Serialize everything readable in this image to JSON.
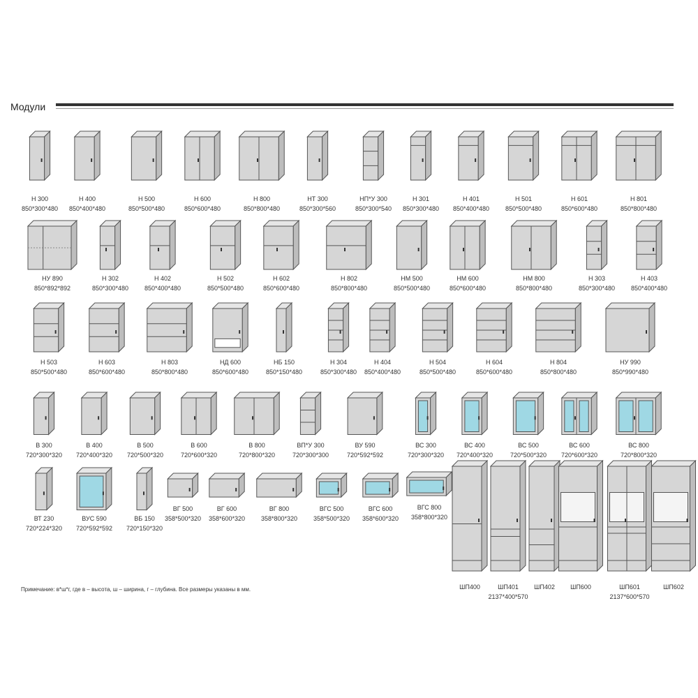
{
  "title": "Модули",
  "note": "Примечание:  в*ш*г, где в – высота, ш – ширина, г – глубина. Все размеры указаны в мм.",
  "colors": {
    "frame": "#555555",
    "fill": "#d6d6d6",
    "glass": "#9fd8e4"
  },
  "modules": [
    {
      "name": "Н 300",
      "dims": "850*300*480",
      "icon": "door"
    },
    {
      "name": "Н 400",
      "dims": "850*400*480",
      "icon": "door"
    },
    {
      "name": "Н 500",
      "dims": "850*500*480",
      "icon": "door"
    },
    {
      "name": "Н 600",
      "dims": "850*600*480",
      "icon": "2door"
    },
    {
      "name": "Н 800",
      "dims": "850*800*480",
      "icon": "2door"
    },
    {
      "name": "НТ 300",
      "dims": "850*300*560",
      "icon": "door"
    },
    {
      "name": "НП*У 300",
      "dims": "850*300*540",
      "icon": "open"
    },
    {
      "name": "Н 301",
      "dims": "850*300*480",
      "icon": "drawerdoor"
    },
    {
      "name": "Н 401",
      "dims": "850*400*480",
      "icon": "drawerdoor"
    },
    {
      "name": "Н 501",
      "dims": "850*500*480",
      "icon": "drawerdoor"
    },
    {
      "name": "Н 601",
      "dims": "850*600*480",
      "icon": "drawer2door"
    },
    {
      "name": "Н 801",
      "dims": "850*800*480",
      "icon": "drawer2door"
    },
    {
      "name": "НУ 890",
      "dims": "850*892*892",
      "icon": "corner"
    },
    {
      "name": "Н 302",
      "dims": "850*300*480",
      "icon": "2drawer"
    },
    {
      "name": "Н 402",
      "dims": "850*400*480",
      "icon": "2drawer"
    },
    {
      "name": "Н 502",
      "dims": "850*500*480",
      "icon": "2drawer"
    },
    {
      "name": "Н 602",
      "dims": "850*600*480",
      "icon": "2drawer"
    },
    {
      "name": "Н 802",
      "dims": "850*800*480",
      "icon": "2drawer"
    },
    {
      "name": "НМ 500",
      "dims": "850*500*480",
      "icon": "sink1"
    },
    {
      "name": "НМ 600",
      "dims": "850*600*480",
      "icon": "sink2"
    },
    {
      "name": "НМ 800",
      "dims": "850*800*480",
      "icon": "sink2"
    },
    {
      "name": "Н 303",
      "dims": "850*300*480",
      "icon": "3drawer"
    },
    {
      "name": "Н 403",
      "dims": "850*400*480",
      "icon": "3drawer"
    },
    {
      "name": "Н 503",
      "dims": "850*500*480",
      "icon": "3drawer"
    },
    {
      "name": "Н 603",
      "dims": "850*600*480",
      "icon": "3drawer"
    },
    {
      "name": "Н 803",
      "dims": "850*800*480",
      "icon": "3drawer"
    },
    {
      "name": "НД 600",
      "dims": "850*600*480",
      "icon": "oven"
    },
    {
      "name": "НБ 150",
      "dims": "850*150*480",
      "icon": "door"
    },
    {
      "name": "Н 304",
      "dims": "850*300*480",
      "icon": "4drawer"
    },
    {
      "name": "Н 404",
      "dims": "850*400*480",
      "icon": "4drawer"
    },
    {
      "name": "Н 504",
      "dims": "850*500*480",
      "icon": "4drawer"
    },
    {
      "name": "Н 604",
      "dims": "850*600*480",
      "icon": "4drawer"
    },
    {
      "name": "Н 804",
      "dims": "850*800*480",
      "icon": "4drawer"
    },
    {
      "name": "НУ 990",
      "dims": "850*990*480",
      "icon": "door"
    },
    {
      "name": "В 300",
      "dims": "720*300*320",
      "icon": "door"
    },
    {
      "name": "В 400",
      "dims": "720*400*320",
      "icon": "door"
    },
    {
      "name": "В 500",
      "dims": "720*500*320",
      "icon": "door"
    },
    {
      "name": "В 600",
      "dims": "720*600*320",
      "icon": "2door"
    },
    {
      "name": "В 800",
      "dims": "720*800*320",
      "icon": "2door"
    },
    {
      "name": "ВП*У 300",
      "dims": "720*300*300",
      "icon": "open"
    },
    {
      "name": "ВУ 590",
      "dims": "720*592*592",
      "icon": "door"
    },
    {
      "name": "ВС 300",
      "dims": "720*300*320",
      "icon": "glass"
    },
    {
      "name": "ВС 400",
      "dims": "720*400*320",
      "icon": "glass"
    },
    {
      "name": "ВС 500",
      "dims": "720*500*320",
      "icon": "glass"
    },
    {
      "name": "ВС 600",
      "dims": "720*600*320",
      "icon": "2glass"
    },
    {
      "name": "ВС 800",
      "dims": "720*800*320",
      "icon": "2glass"
    },
    {
      "name": "ВТ 230",
      "dims": "720*224*320",
      "icon": "door"
    },
    {
      "name": "ВУС 590",
      "dims": "720*592*592",
      "icon": "glass"
    },
    {
      "name": "ВБ 150",
      "dims": "720*150*320",
      "icon": "door"
    },
    {
      "name": "ВГ 500",
      "dims": "358*500*320",
      "icon": "flap"
    },
    {
      "name": "ВГ 600",
      "dims": "358*600*320",
      "icon": "flap"
    },
    {
      "name": "ВГ 800",
      "dims": "358*800*320",
      "icon": "flap"
    },
    {
      "name": "ВГС 500",
      "dims": "358*500*320",
      "icon": "glassflap"
    },
    {
      "name": "ВГС 600",
      "dims": "358*600*320",
      "icon": "glassflap"
    },
    {
      "name": "ВГС 800",
      "dims": "358*800*320",
      "icon": "glassflap"
    },
    {
      "name": "ШП400",
      "dims": "",
      "icon": "tall"
    },
    {
      "name": "ШП401",
      "dims": "2137*400*570",
      "icon": "talldrawer"
    },
    {
      "name": "ШП402",
      "dims": "",
      "icon": "talldrawers"
    },
    {
      "name": "ШП600",
      "dims": "",
      "icon": "tallniche"
    },
    {
      "name": "ШП601",
      "dims": "2137*600*570",
      "icon": "tallniche2"
    },
    {
      "name": "ШП602",
      "dims": "",
      "icon": "tallniche3"
    }
  ]
}
